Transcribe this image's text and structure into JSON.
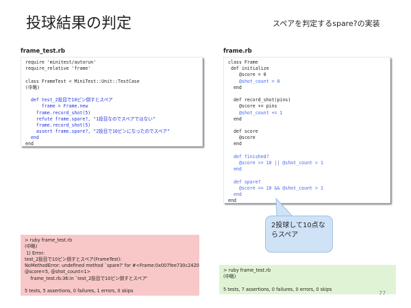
{
  "title": "投球結果の判定",
  "subtitle": "スペアを判定するspare?の実装",
  "left": {
    "filename": "frame_test.rb",
    "code": [
      {
        "t": "require 'minitest/autorun'",
        "c": ""
      },
      {
        "t": "require_relative 'frame'",
        "c": ""
      },
      {
        "t": "",
        "c": ""
      },
      {
        "t": "class FrameTest < MiniTest::Unit::TestCase",
        "c": ""
      },
      {
        "t": "(中略)",
        "c": ""
      },
      {
        "t": "",
        "c": ""
      },
      {
        "t": "  def test_2投目で10ピン倒すとスペア",
        "c": "blue"
      },
      {
        "t": "      frame = Frame.new",
        "c": "blue"
      },
      {
        "t": "    frame.record_shot(5)",
        "c": "blue"
      },
      {
        "t": "    refute frame.spare?, \"1投目なのでスペアではない\"",
        "c": "blue"
      },
      {
        "t": "    frame.record_shot(5)",
        "c": "blue"
      },
      {
        "t": "    assert frame.spare?, \"2投目で10ピンになったのでスペア\"",
        "c": "blue"
      },
      {
        "t": "  end",
        "c": "blue"
      },
      {
        "t": "end",
        "c": ""
      }
    ]
  },
  "right": {
    "filename": "frame.rb",
    "code": [
      {
        "t": "class Frame",
        "c": ""
      },
      {
        "t": " def initialize",
        "c": ""
      },
      {
        "t": "    @score = 0",
        "c": ""
      },
      {
        "t": "    @shot_count = 0",
        "c": "lblue"
      },
      {
        "t": "  end",
        "c": ""
      },
      {
        "t": "",
        "c": ""
      },
      {
        "t": "  def record_shot(pins)",
        "c": ""
      },
      {
        "t": "    @score += pins",
        "c": ""
      },
      {
        "t": "    @shot_count += 1",
        "c": "lblue"
      },
      {
        "t": "  end",
        "c": ""
      },
      {
        "t": "",
        "c": ""
      },
      {
        "t": "  def score",
        "c": ""
      },
      {
        "t": "    @score",
        "c": ""
      },
      {
        "t": "  end",
        "c": ""
      },
      {
        "t": "",
        "c": ""
      },
      {
        "t": "  def finished?",
        "c": "lblue"
      },
      {
        "t": "    @score >= 10 || @shot_count > 1",
        "c": "lblue"
      },
      {
        "t": "  end",
        "c": "lblue"
      },
      {
        "t": "",
        "c": ""
      },
      {
        "t": "  def spare?",
        "c": "lblue"
      },
      {
        "t": "    @score == 10 && @shot_count > 1",
        "c": "lblue"
      },
      {
        "t": "  end",
        "c": "lblue"
      },
      {
        "t": "end",
        "c": ""
      }
    ]
  },
  "callout": "2投球して10点ならスペア",
  "fail_output": [
    "> ruby frame_test.rb",
    "(中略)",
    " 1) Error:",
    "test_2投目で10ピン倒すとスペア(FrameTest):",
    "NoMethodError: undefined method `spare?' for #<Frame:0x007fee730c2420",
    "@score=5, @shot_count=1>",
    "    frame_test.rb:36:in `test_2投目で10ピン倒すとスペア'",
    "",
    "5 tests, 5 assertions, 0 failures, 1 errors, 0 skips"
  ],
  "pass_output": [
    "> ruby frame_test.rb",
    "(中略)",
    "",
    "5 tests, 7 assertions, 0 failures, 0 errors, 0 skips"
  ],
  "page_number": "77",
  "colors": {
    "fail_bg": "#f8c8c8",
    "pass_bg": "#e0f3d4",
    "callout_bg": "#cfe2f6"
  }
}
